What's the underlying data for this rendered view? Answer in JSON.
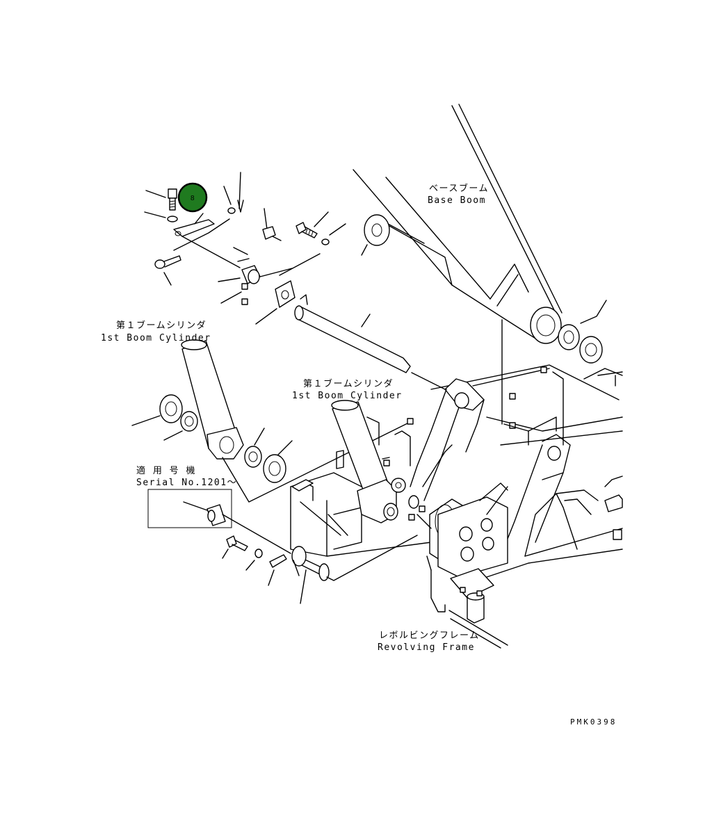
{
  "labels": {
    "base_boom_jp": "ベースブーム",
    "base_boom_en": "Base Boom",
    "cyl1_jp": "第１ブームシリンダ",
    "cyl1_en": "1st Boom Cylinder",
    "cyl2_jp": "第１ブームシリンダ",
    "cyl2_en": "1st Boom Cylinder",
    "serial_jp": "適 用 号 機",
    "serial_en": "Serial No.1201～",
    "frame_jp": "レボルビングフレーム",
    "frame_en": "Revolving Frame"
  },
  "callout": {
    "number": "8",
    "color": "#1f7a1f"
  },
  "drawing_code": "PMK0398"
}
